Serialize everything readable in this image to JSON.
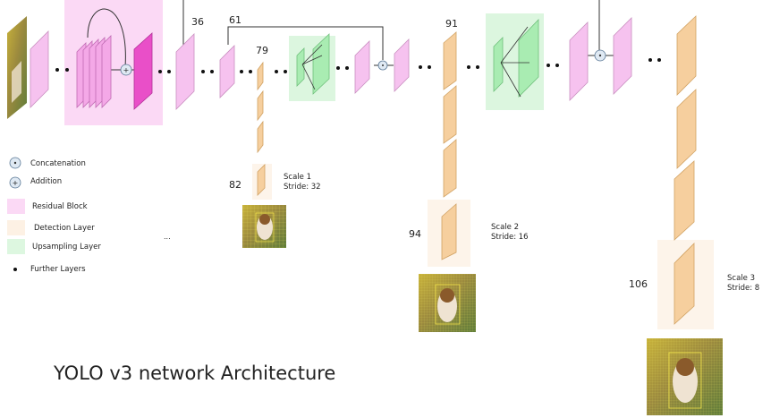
{
  "diagram": {
    "title": "YOLO v3 network Architecture",
    "layer_numbers": {
      "l36": "36",
      "l61": "61",
      "l79": "79",
      "l82": "82",
      "l91": "91",
      "l94": "94",
      "l106": "106"
    },
    "scales": [
      {
        "name": "Scale 1",
        "stride": "Stride: 32"
      },
      {
        "name": "Scale 2",
        "stride": "Stride: 16"
      },
      {
        "name": "Scale 3",
        "stride": "Stride: 8"
      }
    ],
    "legend": [
      {
        "label": "Concatenation",
        "symbol": "concat-icon"
      },
      {
        "label": "Addition",
        "symbol": "addition-icon"
      },
      {
        "label": "Residual Block",
        "color": "#fbd9f5"
      },
      {
        "label": "Detection Layer",
        "color": "#fdf1e4"
      },
      {
        "label": "Upsampling Layer",
        "color": "#ddf7e0"
      },
      {
        "label": "Further Layers",
        "symbol": "dot-icon"
      }
    ],
    "ellipsis": "..."
  },
  "colors": {
    "residual_bg": "#fbd9f5",
    "detection_bg": "#fdf4ea",
    "upsample_bg": "#dcf6df",
    "conv_pink": "#f6c2ef",
    "conv_magenta": "#e94fc8",
    "conv_orange": "#f6cf9e",
    "conv_green": "#a9ecb2",
    "op_circle": "#dfe9f3"
  }
}
